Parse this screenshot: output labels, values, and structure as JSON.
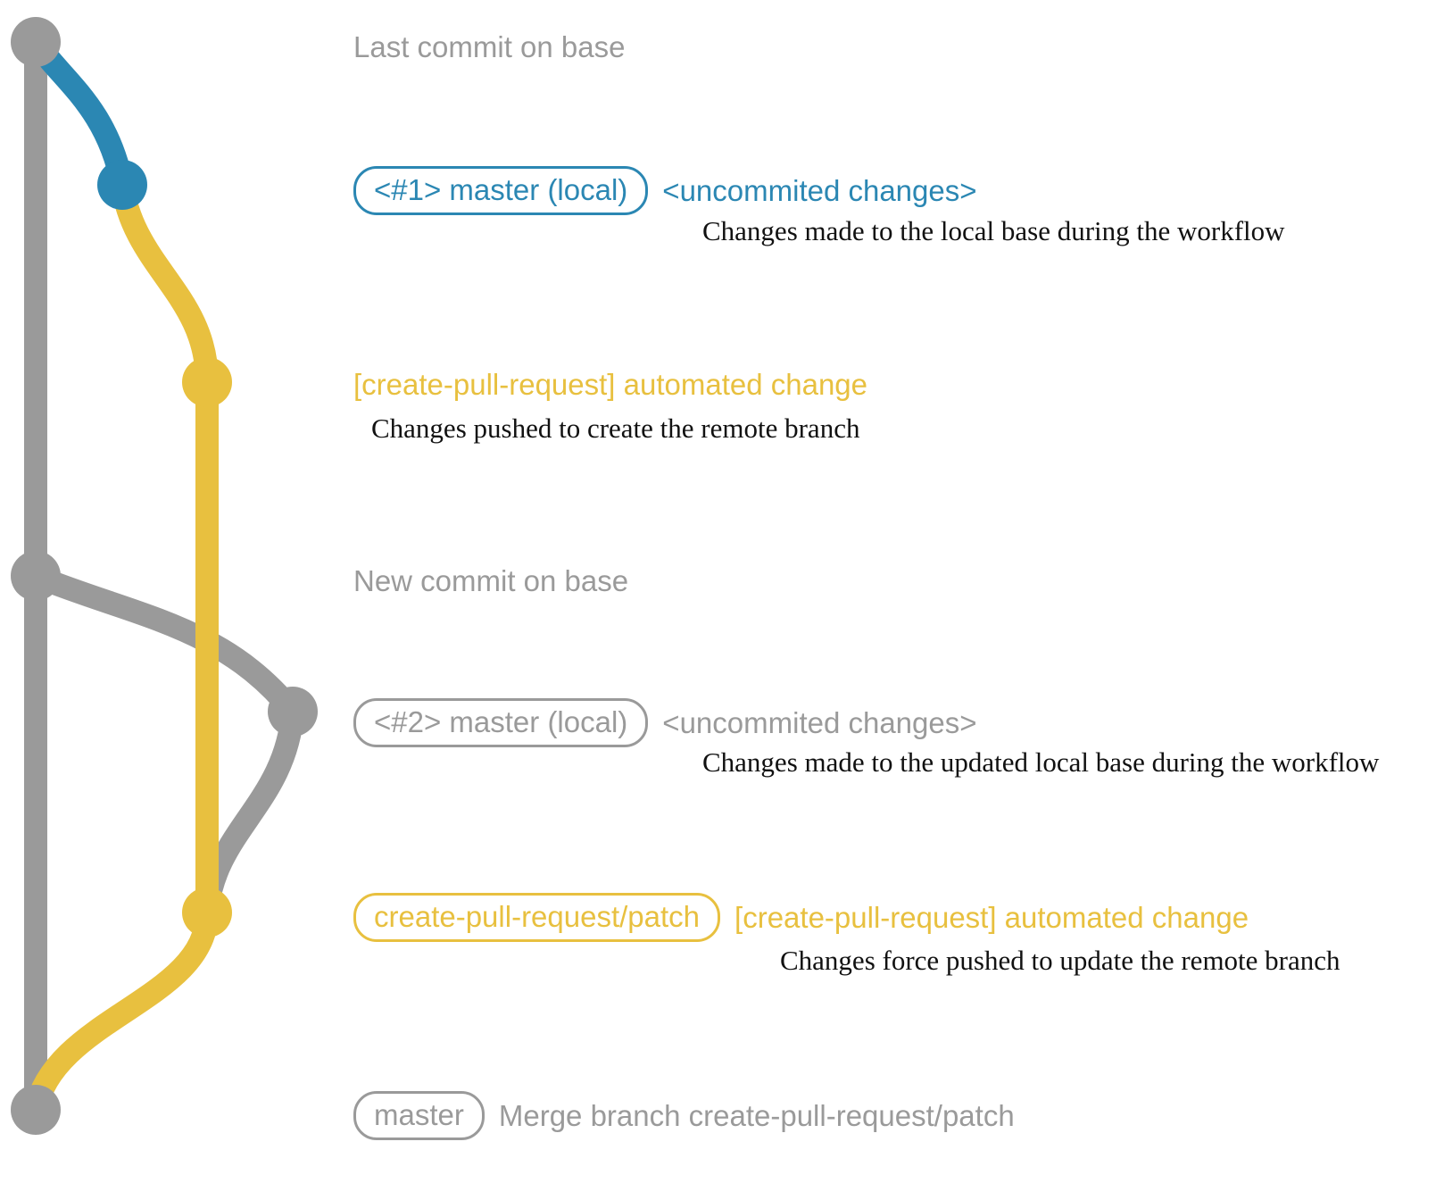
{
  "diagram": {
    "title": "git commit graph of create-pull-request workflow",
    "colors": {
      "base": "#9a9a9a",
      "local": "#2b87b3",
      "patch": "#e8c03f",
      "note": "#111111",
      "background": "#ffffff"
    }
  },
  "rows": [
    {
      "id": "last-commit-on-base",
      "label": "Last commit on base",
      "color": "#9a9a9a",
      "pill": null,
      "note": null
    },
    {
      "id": "master-local-1",
      "pill": "<#1> master (local)",
      "label": "<uncommited changes>",
      "color": "#2b87b3",
      "note": "Changes made to the local base during the workflow"
    },
    {
      "id": "automated-change-1",
      "pill": null,
      "label": "[create-pull-request] automated change",
      "color": "#e8c03f",
      "note": "Changes pushed to create the remote branch"
    },
    {
      "id": "new-commit-on-base",
      "pill": null,
      "label": "New commit on base",
      "color": "#9a9a9a",
      "note": null
    },
    {
      "id": "master-local-2",
      "pill": "<#2> master (local)",
      "label": "<uncommited changes>",
      "color": "#9a9a9a",
      "note": "Changes made to the updated local base during the workflow"
    },
    {
      "id": "automated-change-2",
      "pill": "create-pull-request/patch",
      "label": "[create-pull-request] automated change",
      "color": "#e8c03f",
      "note": "Changes force pushed to update the remote branch"
    },
    {
      "id": "merge-branch",
      "pill": "master",
      "label": "Merge branch create-pull-request/patch",
      "color": "#9a9a9a",
      "note": null
    }
  ],
  "nodes": [
    {
      "id": "node-base-last",
      "color": "#9a9a9a",
      "lane": "base"
    },
    {
      "id": "node-local-1",
      "color": "#2b87b3",
      "lane": "local"
    },
    {
      "id": "node-patch-1",
      "color": "#e8c03f",
      "lane": "patch"
    },
    {
      "id": "node-base-new",
      "color": "#9a9a9a",
      "lane": "base"
    },
    {
      "id": "node-local-2",
      "color": "#9a9a9a",
      "lane": "local2"
    },
    {
      "id": "node-patch-2",
      "color": "#e8c03f",
      "lane": "patch"
    },
    {
      "id": "node-merge",
      "color": "#9a9a9a",
      "lane": "base"
    }
  ]
}
